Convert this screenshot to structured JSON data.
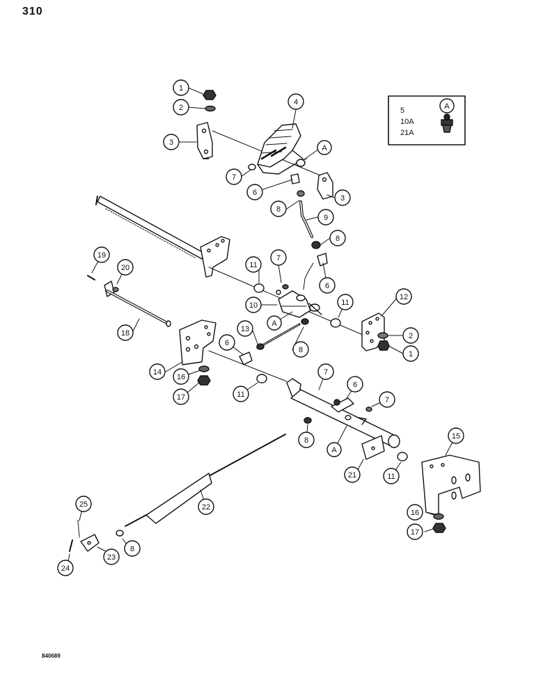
{
  "page_number": "310",
  "figure_number": "840689",
  "legend": {
    "items": [
      "5",
      "10A",
      "21A"
    ],
    "marker": "A",
    "icon": "grease-fitting-icon"
  },
  "callouts": [
    {
      "id": "c1a",
      "label": "1"
    },
    {
      "id": "c2a",
      "label": "2"
    },
    {
      "id": "c3a",
      "label": "3"
    },
    {
      "id": "c4",
      "label": "4"
    },
    {
      "id": "cAa",
      "label": "A"
    },
    {
      "id": "c7a",
      "label": "7"
    },
    {
      "id": "c6a",
      "label": "6"
    },
    {
      "id": "c3b",
      "label": "3"
    },
    {
      "id": "c8a",
      "label": "8"
    },
    {
      "id": "c9",
      "label": "9"
    },
    {
      "id": "c8b",
      "label": "8"
    },
    {
      "id": "c19",
      "label": "19"
    },
    {
      "id": "c20",
      "label": "20"
    },
    {
      "id": "c11a",
      "label": "11"
    },
    {
      "id": "c7b",
      "label": "7"
    },
    {
      "id": "c6b",
      "label": "6"
    },
    {
      "id": "c10",
      "label": "10"
    },
    {
      "id": "cAb",
      "label": "A"
    },
    {
      "id": "c11b",
      "label": "11"
    },
    {
      "id": "c12",
      "label": "12"
    },
    {
      "id": "c18",
      "label": "18"
    },
    {
      "id": "c13",
      "label": "13"
    },
    {
      "id": "c8c",
      "label": "8"
    },
    {
      "id": "c6c",
      "label": "6"
    },
    {
      "id": "c2b",
      "label": "2"
    },
    {
      "id": "c1b",
      "label": "1"
    },
    {
      "id": "c14",
      "label": "14"
    },
    {
      "id": "c16a",
      "label": "16"
    },
    {
      "id": "c17a",
      "label": "17"
    },
    {
      "id": "c11c",
      "label": "11"
    },
    {
      "id": "c7c",
      "label": "7"
    },
    {
      "id": "c6d",
      "label": "6"
    },
    {
      "id": "c7d",
      "label": "7"
    },
    {
      "id": "c15",
      "label": "15"
    },
    {
      "id": "c8d",
      "label": "8"
    },
    {
      "id": "cAc",
      "label": "A"
    },
    {
      "id": "c21",
      "label": "21"
    },
    {
      "id": "c11d",
      "label": "11"
    },
    {
      "id": "c22",
      "label": "22"
    },
    {
      "id": "c25",
      "label": "25"
    },
    {
      "id": "c16b",
      "label": "16"
    },
    {
      "id": "c17b",
      "label": "17"
    },
    {
      "id": "c23",
      "label": "23"
    },
    {
      "id": "c8e",
      "label": "8"
    },
    {
      "id": "c24",
      "label": "24"
    }
  ]
}
